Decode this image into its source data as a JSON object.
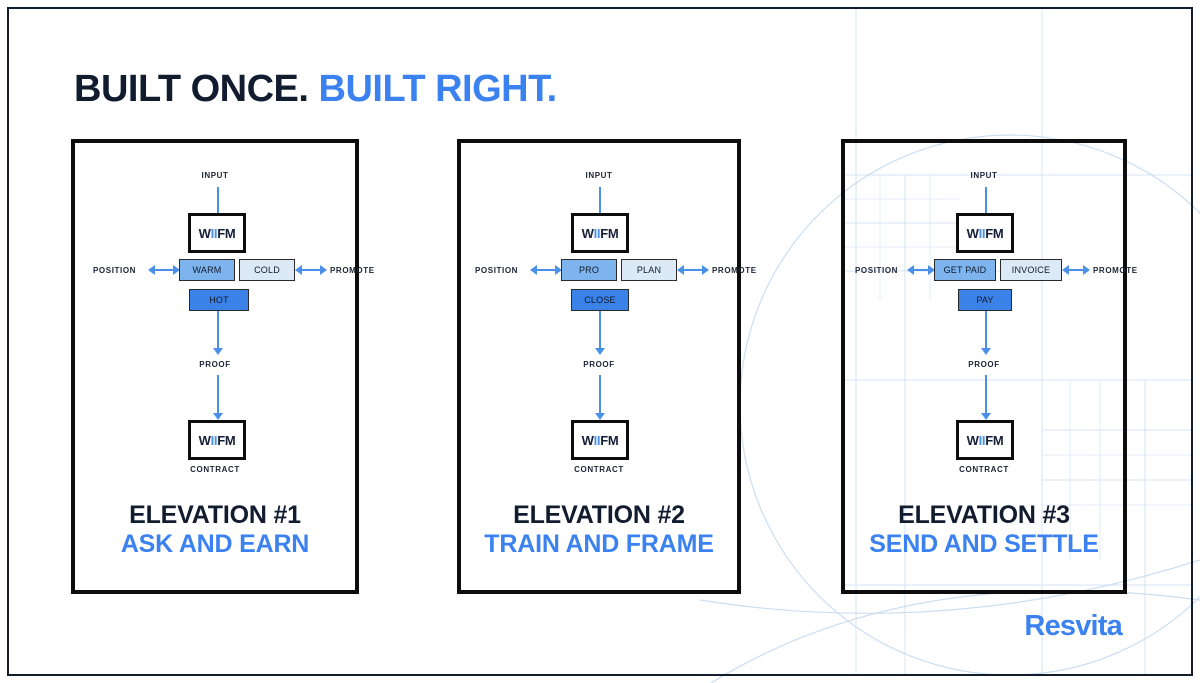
{
  "slide": {
    "headline_dark": "BUILT ONCE.",
    "headline_blue": "BUILT RIGHT.",
    "brand": "Resvita",
    "accent_blue": "#3b82f0",
    "arrow_blue": "#4a90e8",
    "dark_navy": "#111c2e",
    "panel_border": "#0d0d0d"
  },
  "diagram_labels": {
    "input": "INPUT",
    "position": "POSITION",
    "promote": "PROMOTE",
    "proof": "PROOF",
    "contract": "CONTRACT",
    "wiifm_part1": "W",
    "wiifm_part2": "II",
    "wiifm_part3": "FM"
  },
  "panels": [
    {
      "id": "elevation-1",
      "title": "ELEVATION #1",
      "subtitle": "ASK AND EARN",
      "stages": {
        "left": "WARM",
        "right": "COLD",
        "bottom": "HOT"
      }
    },
    {
      "id": "elevation-2",
      "title": "ELEVATION #2",
      "subtitle": "TRAIN AND FRAME",
      "stages": {
        "left": "PRO",
        "right": "PLAN",
        "bottom": "CLOSE"
      }
    },
    {
      "id": "elevation-3",
      "title": "ELEVATION #3",
      "subtitle": "SEND AND SETTLE",
      "stages": {
        "left": "GET PAID",
        "right": "INVOICE",
        "bottom": "PAY"
      }
    }
  ]
}
